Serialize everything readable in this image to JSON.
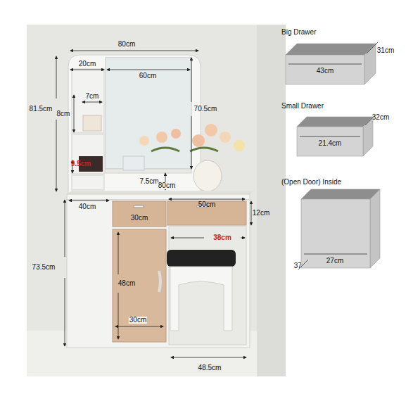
{
  "diagram": {
    "nodes": [
      {
        "text": [
          "Big Drawer",
          "43cm"
        ]
      },
      {
        "text": [
          "Small Drawer",
          "21.4cm"
        ]
      },
      {
        "text": [
          "(Open Door) Inside",
          "27cm"
        ]
      }
    ],
    "labels": [
      "80cm",
      "20cm",
      "60cm",
      "81.5cm",
      "7cm",
      "8cm",
      "70.5cm",
      "9.5cm",
      "7.5cm",
      "80cm",
      "40cm",
      "50cm",
      "12cm",
      "30cm",
      "38cm",
      "73.5cm",
      "48cm",
      "30cm",
      "48.5cm",
      "31cm",
      "32cm",
      "37cm"
    ]
  }
}
